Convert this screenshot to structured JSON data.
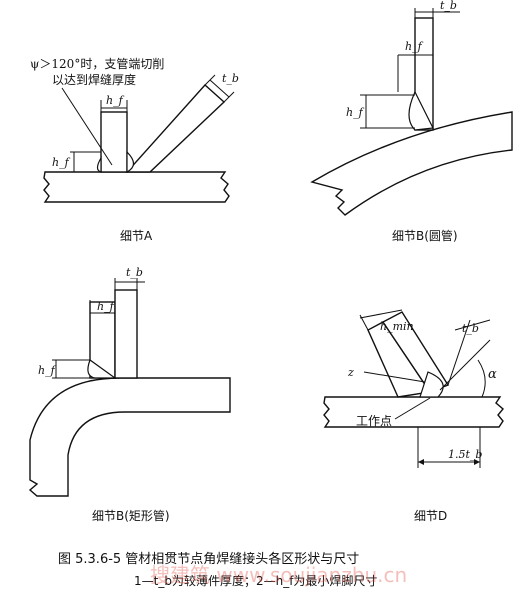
{
  "figure": {
    "caption_title": "图 5.3.6-5   管材相贯节点角焊缝接头各区形状与尺寸",
    "caption_note": "1—t_b为较薄件厚度；2—h_f为最小焊脚尺寸",
    "watermark": "搜建筑  www.soujianzhu.cn"
  },
  "detailA": {
    "note_line1": "ψ＞120°时，支管端切削",
    "note_line2": "以达到焊缝厚度",
    "hf_label": "h_f",
    "hf_left_label": "h_f",
    "tb_label": "t_b",
    "title": "细节A"
  },
  "detailB_round": {
    "tb_label": "t_b",
    "hf_label": "h_f",
    "hf_left_label": "h_f",
    "title": "细节B(圆管)"
  },
  "detailB_rect": {
    "tb_label": "t_b",
    "hf_label": "h_f",
    "hf_left_label": "h_f",
    "title": "细节B(矩形管)"
  },
  "detailD": {
    "hmin_label": "h_min",
    "tb_label": "t_b",
    "z_label": "z",
    "alpha_label": "α",
    "work_point_label": "工作点",
    "dim_label": "1.5t_b",
    "title": "细节D"
  }
}
